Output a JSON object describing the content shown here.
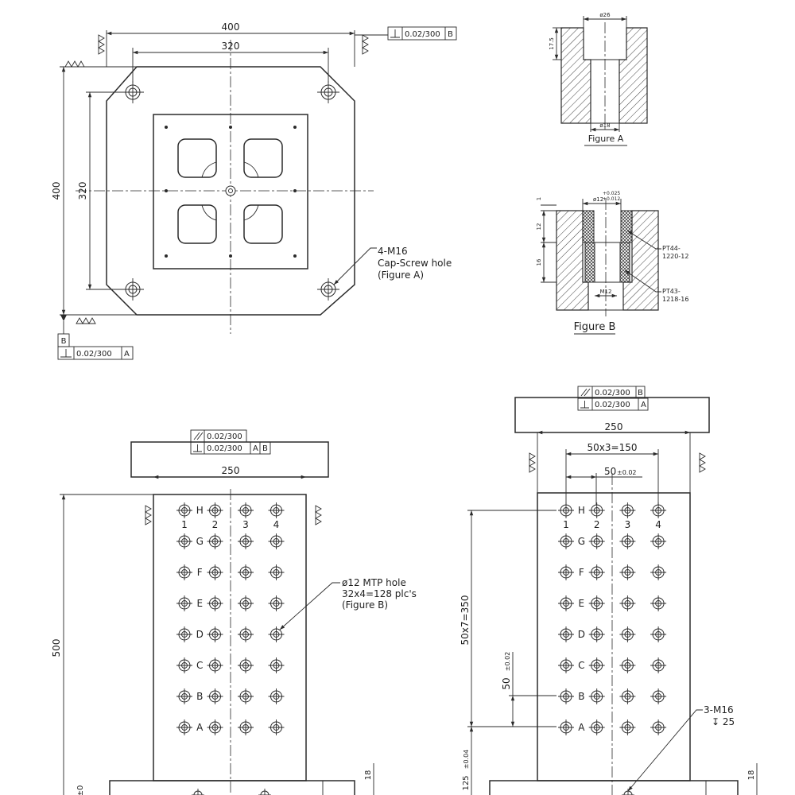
{
  "top_view": {
    "dim_width": "400",
    "dim_inner_width": "320",
    "dim_height": "400",
    "dim_inner_height": "320",
    "tol_top": "0.02/300",
    "tol_top_datum": "B",
    "datum_b": "B",
    "tol_bottom": "0.02/300",
    "tol_bottom_datum": "A",
    "callout_line1": "4-M16",
    "callout_line2": "Cap-Screw hole",
    "callout_line3": "(Figure A)"
  },
  "figure_a": {
    "dia_top": "ø26",
    "dia_bottom": "ø18",
    "depth": "17.5",
    "caption": "Figure A"
  },
  "figure_b": {
    "dim_1": "1",
    "dim_12": "12",
    "dim_16": "16",
    "dia_main": "ø12",
    "tol_plus": "+0.025",
    "tol_minus": "+0.012",
    "thread": "M12",
    "part1_line1": "PT44-",
    "part1_line2": "1220-12",
    "part2_line1": "PT43-",
    "part2_line2": "1218-16",
    "caption": "Figure B"
  },
  "column_left": {
    "tol_parallel": "0.02/300",
    "tol_perp": "0.02/300",
    "datum_a": "A",
    "datum_b": "B",
    "dim_width": "250",
    "dim_height": "500",
    "dim_base": "18",
    "dim_bottom": "±0",
    "rows": [
      "H",
      "G",
      "F",
      "E",
      "D",
      "C",
      "B",
      "A"
    ],
    "cols": [
      "1",
      "2",
      "3",
      "4"
    ],
    "callout_line1": "ø12 MTP hole",
    "callout_line2": "32x4=128 plc's",
    "callout_line3": "(Figure B)"
  },
  "column_right": {
    "tol_parallel": "0.02/300",
    "tol_perp": "0.02/300",
    "datum_b": "B",
    "datum_a": "A",
    "dim_width": "250",
    "dim_pitch_total": "50x3=150",
    "dim_pitch": "50",
    "dim_pitch_tol": "±0.02",
    "dim_vert_total": "50x7=350",
    "dim_vert_pitch": "50",
    "dim_vert_tol": "±0.02",
    "dim_bottom": "125",
    "dim_bottom_tol": "±0.04",
    "dim_base": "18",
    "rows": [
      "H",
      "G",
      "F",
      "E",
      "D",
      "C",
      "B",
      "A"
    ],
    "cols": [
      "1",
      "2",
      "3",
      "4"
    ],
    "callout_line1": "3-M16",
    "callout_line2": "↧ 25"
  }
}
